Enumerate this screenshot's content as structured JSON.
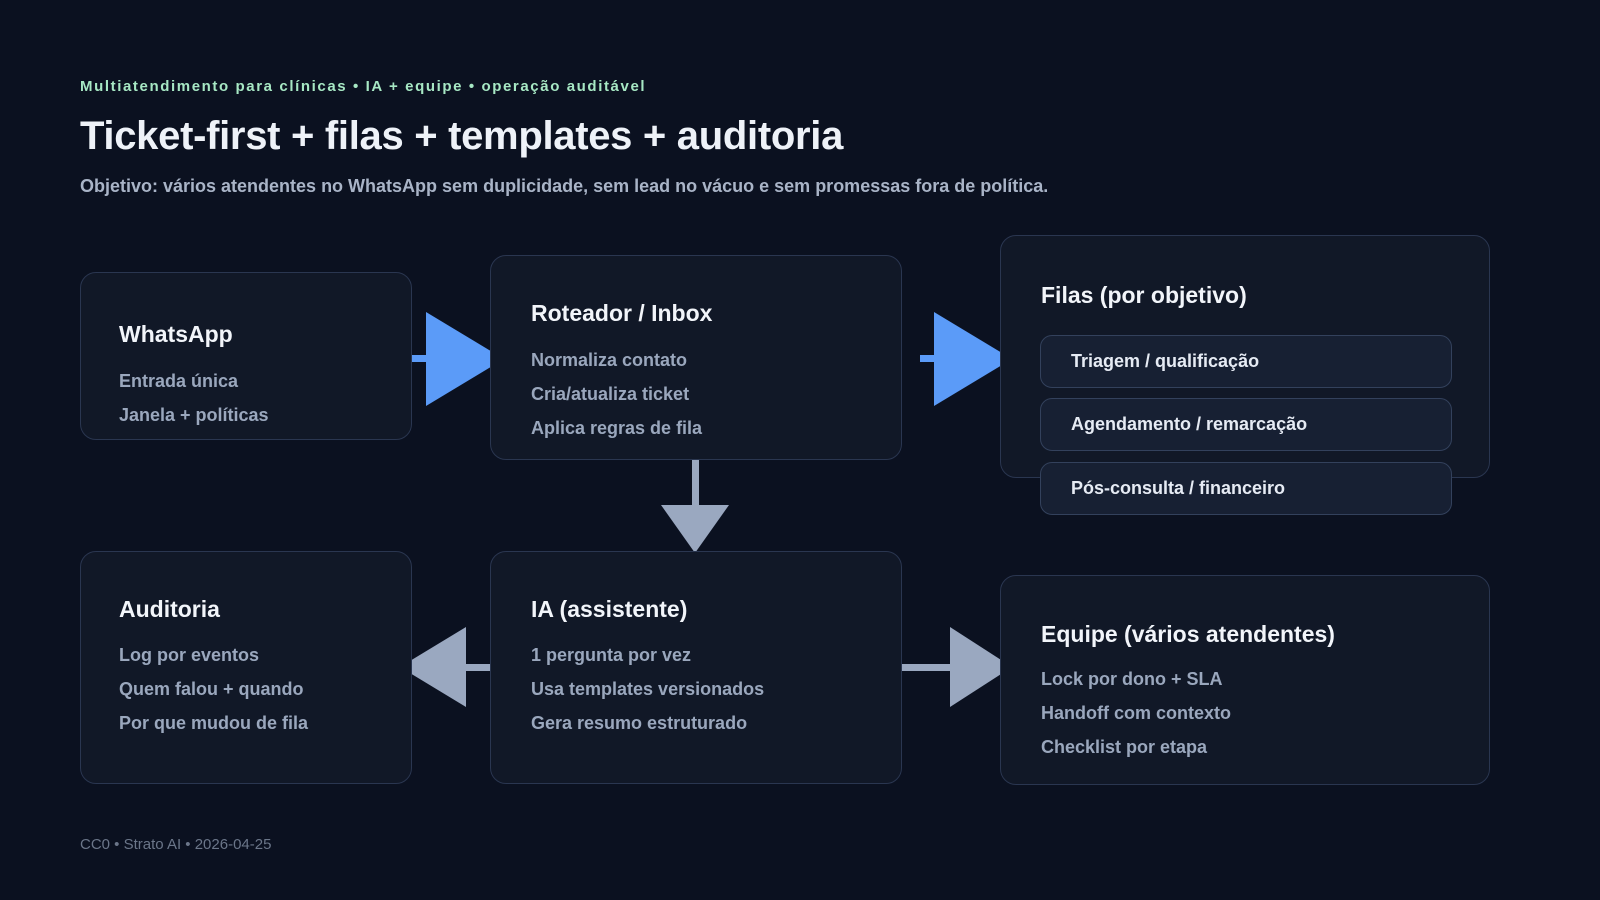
{
  "header": {
    "eyebrow": "Multiatendimento para clínicas • IA + equipe • operação auditável",
    "title": "Ticket-first + filas + templates + auditoria",
    "subtitle": "Objetivo: vários atendentes no WhatsApp sem duplicidade, sem lead no vácuo e sem promessas fora de política."
  },
  "footer": {
    "text": "CC0 • Strato AI • 2026-04-25"
  },
  "nodes": {
    "whatsapp": {
      "title": "WhatsApp",
      "lines": [
        "Entrada única",
        "Janela + políticas"
      ]
    },
    "roteador": {
      "title": "Roteador / Inbox",
      "lines": [
        "Normaliza contato",
        "Cria/atualiza ticket",
        "Aplica regras de fila"
      ]
    },
    "filas": {
      "title": "Filas (por objetivo)",
      "queues": [
        "Triagem / qualificação",
        "Agendamento / remarcação",
        "Pós-consulta / financeiro"
      ]
    },
    "auditoria": {
      "title": "Auditoria",
      "lines": [
        "Log por eventos",
        "Quem falou + quando",
        "Por que mudou de fila"
      ]
    },
    "ia": {
      "title": "IA (assistente)",
      "lines": [
        "1 pergunta por vez",
        "Usa templates versionados",
        "Gera resumo estruturado"
      ]
    },
    "equipe": {
      "title": "Equipe (vários atendentes)",
      "lines": [
        "Lock por dono + SLA",
        "Handoff com contexto",
        "Checklist por etapa"
      ]
    }
  },
  "colors": {
    "background": "#0b1120",
    "card_fill": "#111827",
    "card_border": "#2a3650",
    "chip_fill": "#172033",
    "accent_blue": "#5b9bf8",
    "accent_gray": "#9aa8c0",
    "eyebrow_green": "#a7e8c4"
  }
}
